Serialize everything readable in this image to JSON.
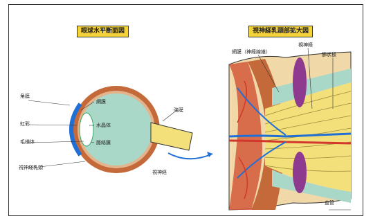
{
  "left_panel": {
    "title": "眼球水平断面図",
    "labels": {
      "upper_left": "角膜",
      "lens": "水晶体",
      "ciliary": "毛様体",
      "iris": "虹彩",
      "retina": "網膜",
      "choroid": "脈絡膜",
      "sclera": "強膜",
      "optic_nerve_label": "視神経",
      "macula": "視神経乳頭"
    }
  },
  "right_panel": {
    "title": "視神経乳頭部拡大図",
    "labels": {
      "top_left": "網膜（神経線維）",
      "top_mid": "視神経",
      "top_right": "篩状板",
      "bottom_right": "血管"
    }
  },
  "colors": {
    "title_bg": "#f3d23a",
    "eye_fill": "#a9d8c9",
    "sclera": "#c46a3a",
    "nerve": "#f3e07a",
    "vessel_blue": "#1f6fd6",
    "vessel_red": "#d2362c",
    "tissue_purple": "#8e3a8e"
  }
}
